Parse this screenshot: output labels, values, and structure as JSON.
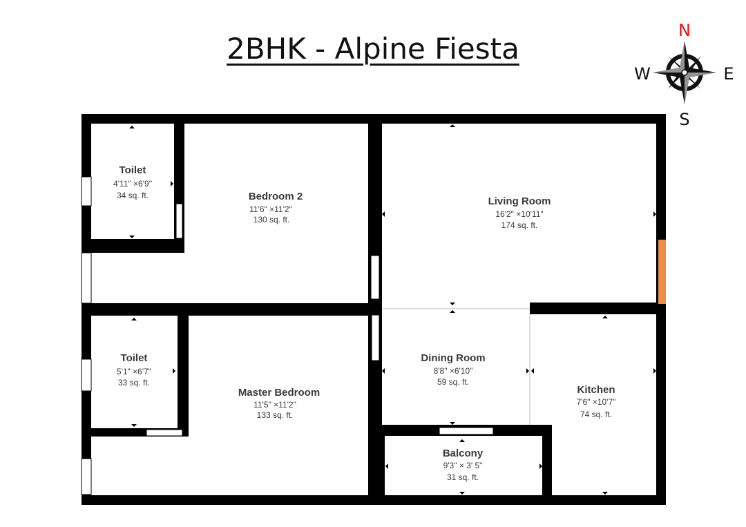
{
  "title": "2BHK - Alpine Fiesta",
  "compass": {
    "north": "N",
    "south": "S",
    "east": "E",
    "west": "W",
    "north_color": "#e0101a"
  },
  "colors": {
    "wall": "#000000",
    "door": "#f08c4a"
  },
  "rooms": {
    "toilet1": {
      "name": "Toilet",
      "dims": "4'11\" ×6'9\"",
      "area": "34 sq. ft."
    },
    "bedroom2": {
      "name": "Bedroom 2",
      "dims": "11'6\" ×11'2\"",
      "area": "130 sq. ft."
    },
    "living": {
      "name": "Living Room",
      "dims": "16'2\" ×10'11\"",
      "area": "174 sq. ft."
    },
    "toilet2": {
      "name": "Toilet",
      "dims": "5'1\" ×6'7\"",
      "area": "33 sq. ft."
    },
    "master": {
      "name": "Master Bedroom",
      "dims": "11'5\" ×11'2\"",
      "area": "133 sq. ft."
    },
    "dining": {
      "name": "Dining Room",
      "dims": "8'8\" ×6'10\"",
      "area": "59 sq. ft."
    },
    "kitchen": {
      "name": "Kitchen",
      "dims": "7'6\" ×10'7\"",
      "area": "74 sq. ft."
    },
    "balcony": {
      "name": "Balcony",
      "dims": "9'3\" × 3' 5\"",
      "area": "31 sq. ft."
    }
  }
}
